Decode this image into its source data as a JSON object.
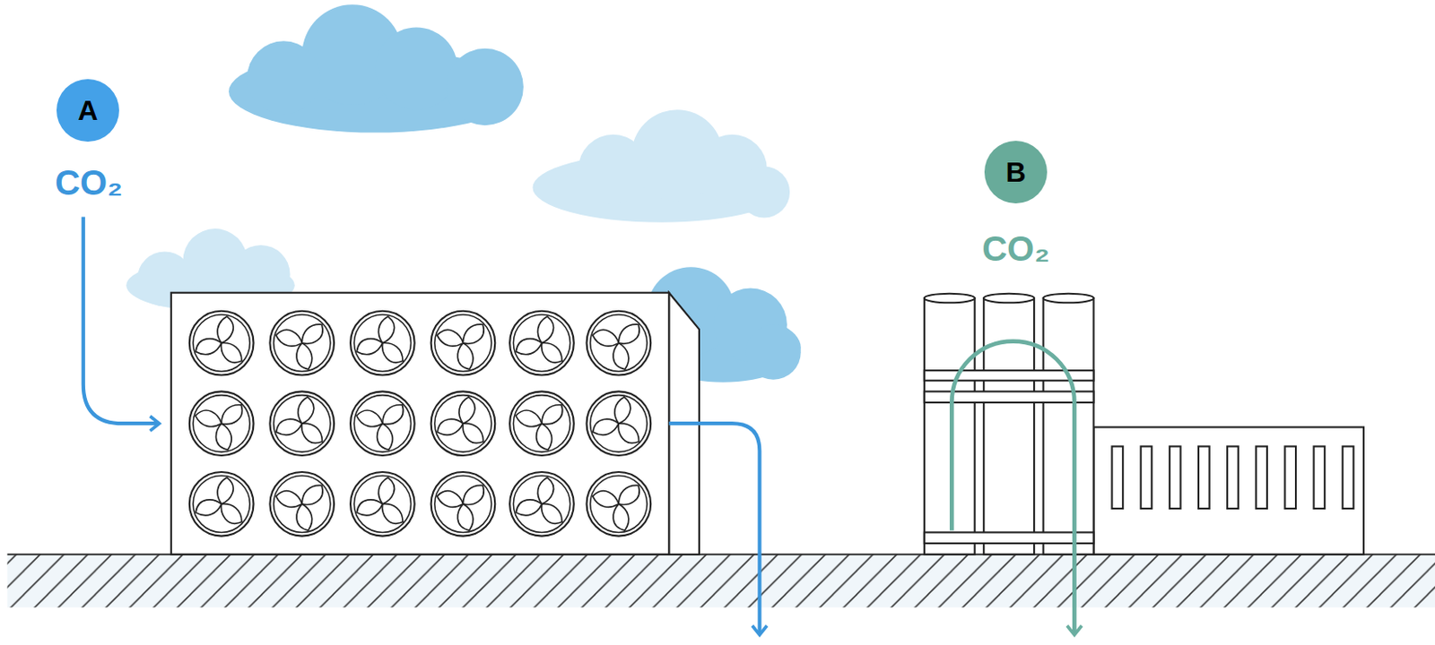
{
  "diagram": {
    "nodes": [
      {
        "text": [
          "A"
        ]
      },
      {
        "text": [
          "B"
        ]
      }
    ],
    "labels": [
      "CO₂",
      "CO₂"
    ]
  }
}
